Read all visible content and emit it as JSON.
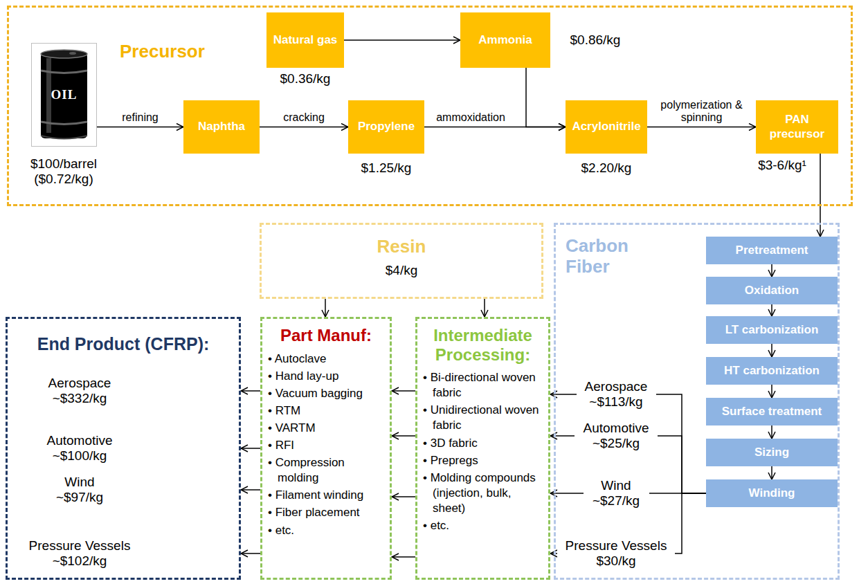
{
  "diagram": {
    "nodes": [
      {
        "text": [
          "Precursor"
        ]
      },
      {
        "text": [
          "OIL"
        ],
        "in": 0
      },
      {
        "text": [
          "Natural gas"
        ],
        "in": 0
      },
      {
        "text": [
          "Ammonia"
        ],
        "in": 0
      },
      {
        "text": [
          "Naphtha"
        ],
        "in": 0
      },
      {
        "text": [
          "Propylene"
        ],
        "in": 0
      },
      {
        "text": [
          "Acrylonitrile"
        ],
        "in": 0
      },
      {
        "text": [
          "PAN precursor"
        ],
        "in": 0
      },
      {
        "text": [
          "Resin",
          "$4/kg"
        ]
      },
      {
        "text": [
          "Carbon Fiber"
        ]
      },
      {
        "text": [
          "Pretreatment"
        ],
        "in": 9
      },
      {
        "text": [
          "Oxidation"
        ],
        "in": 9
      },
      {
        "text": [
          "LT carbonization"
        ],
        "in": 9
      },
      {
        "text": [
          "HT carbonization"
        ],
        "in": 9
      },
      {
        "text": [
          "Surface treatment"
        ],
        "in": 9
      },
      {
        "text": [
          "Sizing"
        ],
        "in": 9
      },
      {
        "text": [
          "Winding"
        ],
        "in": 9
      },
      {
        "text": [
          "End Product (CFRP):"
        ]
      },
      {
        "text": [
          "Part Manuf:",
          "• Autoclave",
          "• Hand lay-up",
          "• Vacuum bagging",
          "• RTM",
          "• VARTM",
          "• RFI",
          "• Compression molding",
          "• Filament winding",
          "• Fiber placement",
          "• etc."
        ]
      },
      {
        "text": [
          "Intermediate Processing:",
          "• Bi-directional woven fabric",
          "• Unidirectional woven fabric",
          "• 3D fabric",
          "• Prepregs",
          "• Molding compounds (injection, bulk, sheet)",
          "• etc."
        ]
      }
    ],
    "edges": [
      {
        "from": 2,
        "to": 3,
        "arrow": "to"
      },
      {
        "from": 1,
        "to": 4,
        "label": "refining",
        "arrow": "to"
      },
      {
        "from": 4,
        "to": 5,
        "label": "cracking",
        "arrow": "to"
      },
      {
        "from": 5,
        "to": 6,
        "label": "ammoxidation",
        "arrow": "to"
      },
      {
        "from": 3,
        "to": 6,
        "arrow": "to"
      },
      {
        "from": 6,
        "to": 7,
        "label": "polymerization & spinning",
        "arrow": "to"
      },
      {
        "from": 7,
        "to": 10,
        "arrow": "to"
      },
      {
        "from": 10,
        "to": 11,
        "arrow": "to"
      },
      {
        "from": 11,
        "to": 12,
        "arrow": "to"
      },
      {
        "from": 12,
        "to": 13,
        "arrow": "to"
      },
      {
        "from": 13,
        "to": 14,
        "arrow": "to"
      },
      {
        "from": 14,
        "to": 15,
        "arrow": "to"
      },
      {
        "from": 15,
        "to": 16,
        "arrow": "to"
      },
      {
        "from": 8,
        "to": 18,
        "arrow": "to"
      },
      {
        "from": 8,
        "to": 19,
        "arrow": "to"
      },
      {
        "from": 16,
        "to": 19,
        "label": "Aerospace ~$113/kg",
        "arrow": "to"
      },
      {
        "from": 16,
        "to": 19,
        "label": "Automotive ~$25/kg",
        "arrow": "to"
      },
      {
        "from": 16,
        "to": 19,
        "label": "Wind ~$27/kg",
        "arrow": "to"
      },
      {
        "from": 16,
        "to": 19,
        "label": "Pressure Vessels $30/kg",
        "arrow": "to"
      },
      {
        "from": 19,
        "to": 18,
        "arrow": "to"
      },
      {
        "from": 19,
        "to": 18,
        "arrow": "to"
      },
      {
        "from": 19,
        "to": 18,
        "arrow": "to"
      },
      {
        "from": 19,
        "to": 18,
        "arrow": "to"
      },
      {
        "from": 18,
        "to": 17,
        "arrow": "to"
      },
      {
        "from": 18,
        "to": 17,
        "arrow": "to"
      },
      {
        "from": 18,
        "to": 17,
        "arrow": "to"
      },
      {
        "from": 18,
        "to": 17,
        "arrow": "to"
      }
    ],
    "labels": [
      "$0.36/kg",
      "$0.86/kg",
      "$100/barrel ($0.72/kg)",
      "$1.25/kg",
      "$2.20/kg",
      "$3-6/kg¹",
      "Aerospace ~$332/kg",
      "Automotive ~$100/kg",
      "Wind ~$97/kg",
      "Pressure Vessels ~$102/kg"
    ]
  }
}
